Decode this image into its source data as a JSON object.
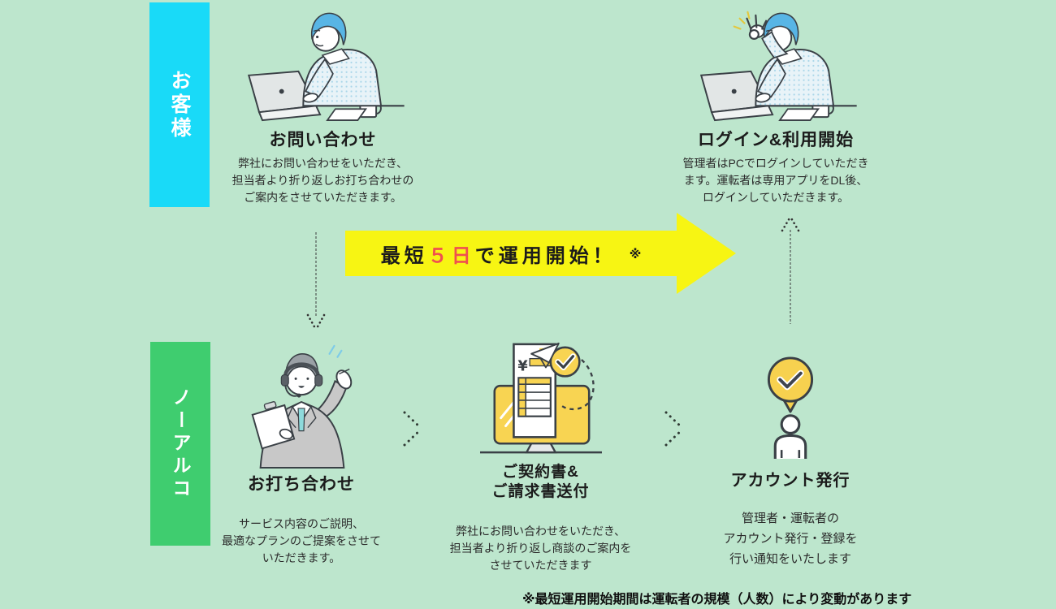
{
  "colors": {
    "bg": "#bde6cd",
    "lane-customer": "#19daf8",
    "lane-noalco": "#3fcd6f",
    "arrow-yellow": "#f7f513",
    "highlight-red": "#f0504f",
    "text-dark": "#1b1b1b",
    "text-body": "#2b2b2b"
  },
  "lanes": {
    "customer": {
      "label": "お客様"
    },
    "noalco": {
      "label": "ノーアルコ"
    }
  },
  "banner": {
    "prefix": "最短",
    "highlight": "５日",
    "suffix": "で運用開始！",
    "mark": "※"
  },
  "steps": {
    "inquiry": {
      "title": "お問い合わせ",
      "lines": [
        "弊社にお問い合わせをいただき、",
        "担当者より折り返しお打ち合わせの",
        "ご案内をさせていただきます。"
      ]
    },
    "login": {
      "title": "ログイン&利用開始",
      "lines": [
        "管理者はPCでログインしていただき",
        "ます。運転者は専用アプリをDL後、",
        "ログインしていただきます。"
      ]
    },
    "meeting": {
      "title": "お打ち合わせ",
      "lines": [
        "サービス内容のご説明、",
        "最適なプランのご提案をさせて",
        "いただきます。"
      ]
    },
    "contract": {
      "title_lines": [
        "ご契約書&",
        "ご請求書送付"
      ],
      "lines": [
        "弊社にお問い合わせをいただき、",
        "担当者より折り返し商談のご案内を",
        "させていただきます"
      ]
    },
    "account": {
      "title": "アカウント発行",
      "lines": [
        "管理者・運転者の",
        "アカウント発行・登録を",
        "行い通知をいたします"
      ]
    }
  },
  "footnote": "※最短運用開始期間は運転者の規模（人数）により変動があります"
}
